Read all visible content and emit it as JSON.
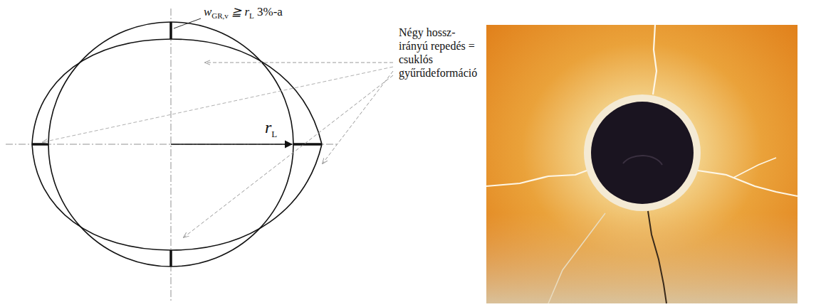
{
  "diagram": {
    "labels": [
      "w",
      "GR,v",
      "≧ r",
      "L",
      "3%-a",
      "r",
      "L",
      "Négy hossz-irányú repedés = csuklós gyűrűdeformáció"
    ]
  }
}
